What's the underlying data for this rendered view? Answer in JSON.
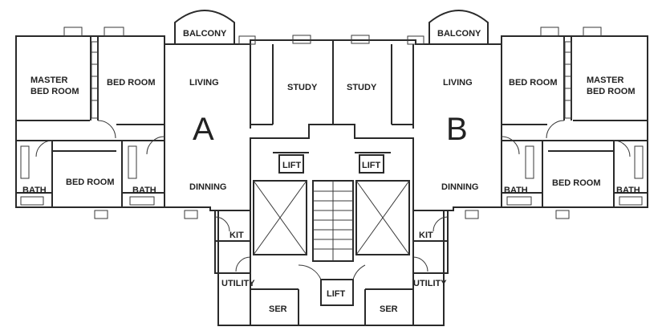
{
  "plan": {
    "colors": {
      "unit_a_fill": "#f5f1d6",
      "unit_b_fill": "#ebe1ee",
      "core_fill": "#ffffff",
      "wall": "#2a2a2a"
    },
    "unit_a": {
      "letter": "A",
      "balcony": "BALCONY",
      "master_bedroom_1": "MASTER",
      "master_bedroom_2": "BED ROOM",
      "bedroom_1": "BED ROOM",
      "bedroom_2": "BED ROOM",
      "living": "LIVING",
      "study": "STUDY",
      "dining": "DINNING",
      "bath_1": "BATH",
      "bath_2": "BATH",
      "kitchen": "KIT",
      "utility": "UTILITY",
      "servant": "SER"
    },
    "unit_b": {
      "letter": "B",
      "balcony": "BALCONY",
      "master_bedroom_1": "MASTER",
      "master_bedroom_2": "BED ROOM",
      "bedroom_1": "BED ROOM",
      "bedroom_2": "BED ROOM",
      "living": "LIVING",
      "study": "STUDY",
      "dining": "DINNING",
      "bath_1": "BATH",
      "bath_2": "BATH",
      "kitchen": "KIT",
      "utility": "UTILITY",
      "servant": "SER"
    },
    "core": {
      "lift_1": "LIFT",
      "lift_2": "LIFT",
      "lift_3": "LIFT"
    }
  }
}
